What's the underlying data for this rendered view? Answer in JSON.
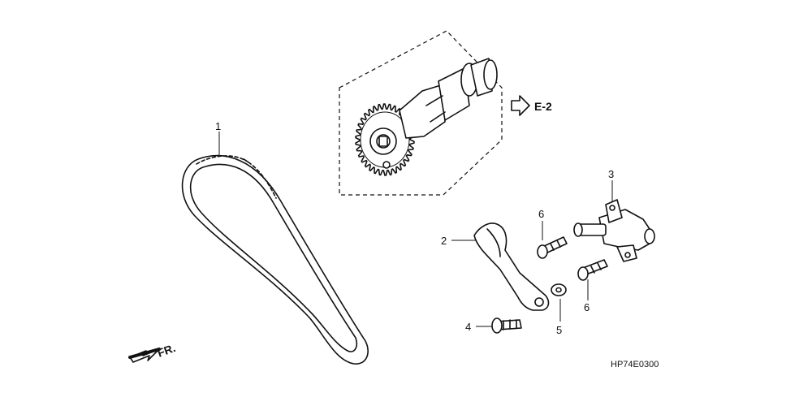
{
  "diagram": {
    "callouts": [
      {
        "id": "1",
        "label": "1"
      },
      {
        "id": "2",
        "label": "2"
      },
      {
        "id": "3",
        "label": "3"
      },
      {
        "id": "4",
        "label": "4"
      },
      {
        "id": "5",
        "label": "5"
      },
      {
        "id": "6a",
        "label": "6"
      },
      {
        "id": "6b",
        "label": "6"
      }
    ],
    "reference": "E-2",
    "front_marker": "FR.",
    "figure_code": "HP74E0300"
  }
}
